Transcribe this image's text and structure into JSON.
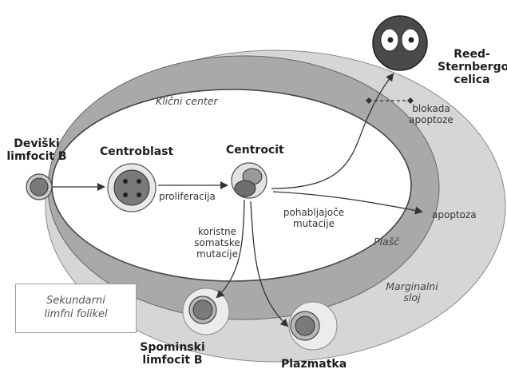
{
  "labels": {
    "reed_sternberg": "Reed-\nSternbergova\ncelica",
    "germinal_center": "Klični center",
    "blocked_apoptosis": "blokada\napoptoze",
    "naive_b": "Deviški\nlimfocit B",
    "centroblast": "Centroblast",
    "centrocyte": "Centrocit",
    "proliferation": "proliferacija",
    "crippling_mutations": "pohabljajoče\nmutacije",
    "apoptosis": "apoptoza",
    "beneficial_mutations": "koristne\nsomatske\nmutacije",
    "mantle": "Plašč",
    "marginal_zone": "Marginalni\nsloj",
    "follicle": "Sekundarni\nlimfni folikel",
    "memory_b": "Spominski\nlimfocit B",
    "plasma_cell": "Plazmatka"
  },
  "colors": {
    "outer_zone": "#d4d4d4",
    "mantle": "#a8a8a8",
    "germinal_center": "#ffffff",
    "cell_body": "#7a7a7a",
    "arrow": "#333333"
  }
}
